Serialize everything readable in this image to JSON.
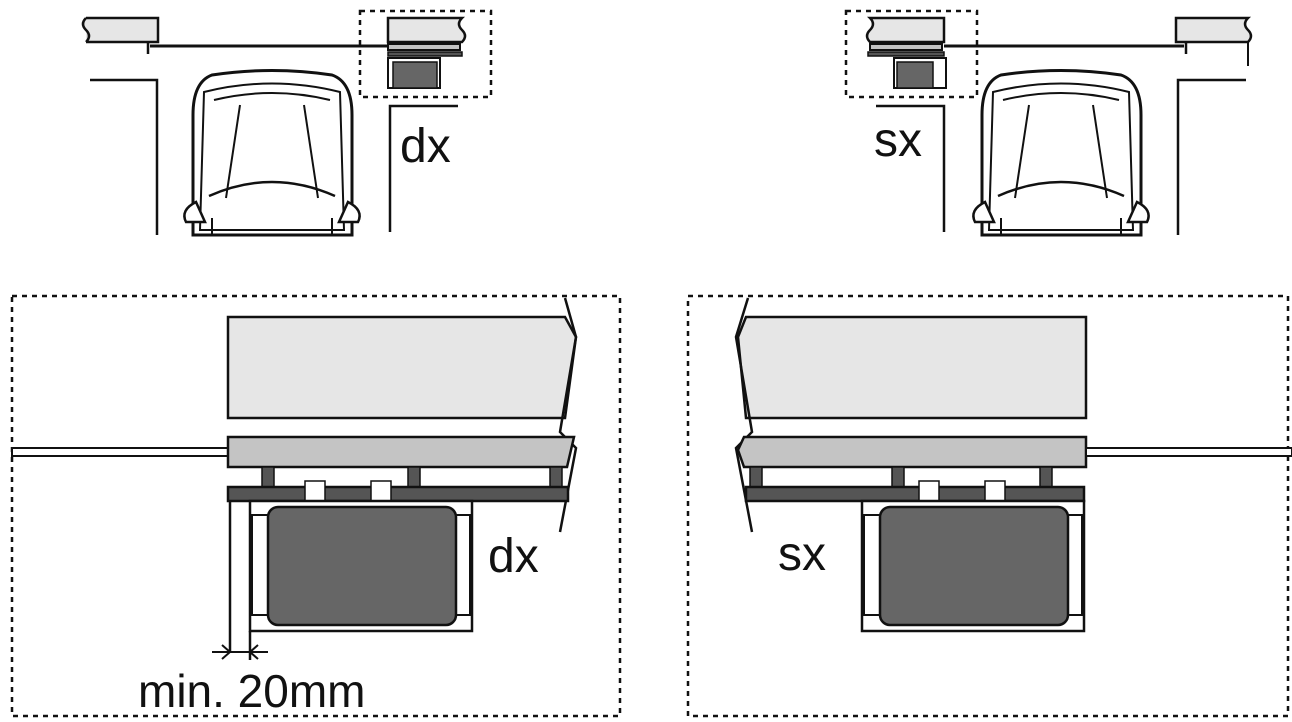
{
  "labels": {
    "right_hand_top": "dx",
    "left_hand_top": "sx",
    "right_hand_detail": "dx",
    "left_hand_detail": "sx",
    "clearance": "min. 20mm"
  },
  "colors": {
    "line": "#111111",
    "beam_fill": "#e6e6e6",
    "rail_fill": "#c4c4c4",
    "motor_dark": "#666666",
    "plate_fill": "#555555"
  }
}
